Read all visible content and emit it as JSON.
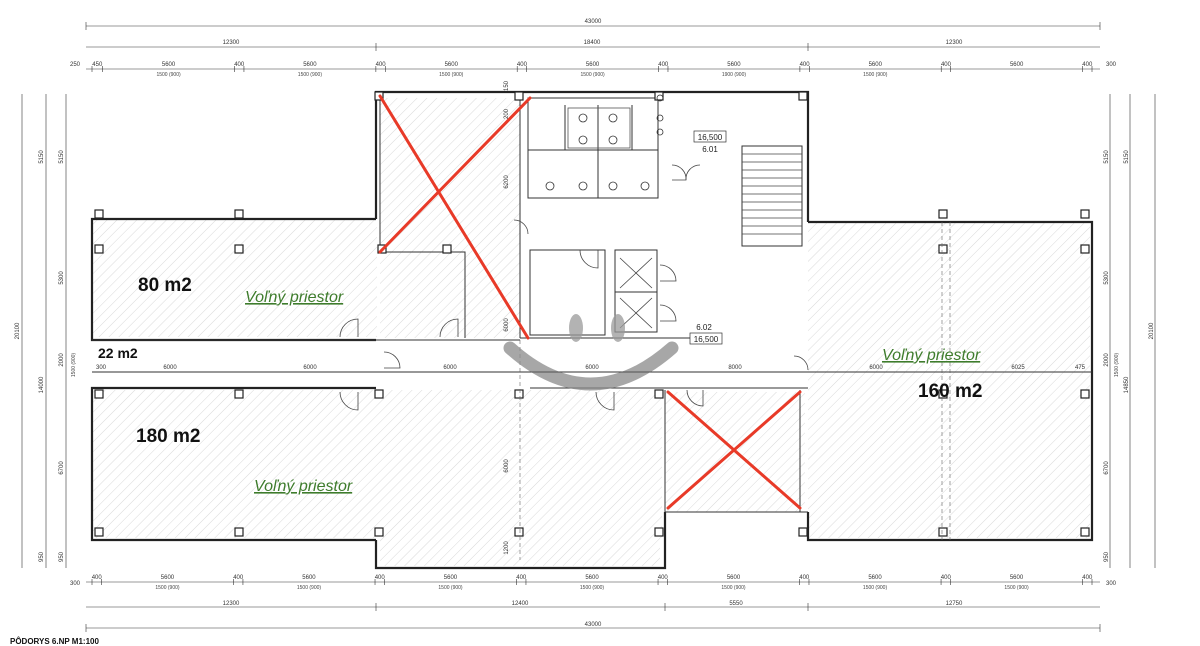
{
  "plan": {
    "title": "PÔDORYS 6.NP  M1:100",
    "top_dims": {
      "overall": "43000",
      "segments": [
        "12300",
        "18400",
        "12300"
      ],
      "edge_left": "250",
      "edge_right": "300",
      "modules": [
        "450",
        "5600",
        "400",
        "5600",
        "400",
        "5600",
        "400",
        "5600",
        "400",
        "5600",
        "400",
        "5600",
        "400",
        "5600",
        "400"
      ],
      "windows": [
        "1500 (900)",
        "1500 (900)",
        "1500 (900)",
        "1500 (900)",
        "1900 (900)",
        "1500 (900)"
      ]
    },
    "bottom_dims": {
      "overall": "43000",
      "segments": [
        "12300",
        "12400",
        "5550",
        "12750"
      ],
      "edge_left": "300",
      "edge_right": "300",
      "modules": [
        "400",
        "5600",
        "400",
        "5600",
        "400",
        "5600",
        "400",
        "5600",
        "400",
        "5600",
        "400",
        "5600",
        "400",
        "5600",
        "400"
      ],
      "windows": [
        "1500 (900)",
        "1500 (900)",
        "1500 (900)",
        "1500 (900)",
        "1500 (900)",
        "1500 (900)",
        "1500 (900)"
      ]
    },
    "left_dims": {
      "overall": "20100",
      "sub": "14000",
      "parts": [
        "5150",
        "5300",
        "2000",
        "1500 (900)",
        "6700",
        "950",
        "950"
      ]
    },
    "right_dims": {
      "overall": "20100",
      "sub": "14850",
      "parts": [
        "5150",
        "5300",
        "2000",
        "1500 (900)",
        "6700",
        "950"
      ]
    },
    "interior_dims": [
      "6000",
      "6000",
      "6000",
      "6000",
      "8000",
      "6000",
      "6025",
      "475",
      "300",
      "6200",
      "200",
      "150",
      "6000",
      "6000",
      "1200"
    ],
    "rooms": {
      "r601_level": "16,500",
      "r601_number": "6.01",
      "r602_number": "6.02",
      "r602_level": "16,500"
    },
    "areas": {
      "a80": "80 m2",
      "a22": "22 m2",
      "a180": "180 m2",
      "a160": "160 m2"
    },
    "spaces": {
      "left_upper": "Voľný priestor",
      "left_lower": "Voľný priestor",
      "right": "Voľný priestor"
    },
    "colors": {
      "cross": "#e83a28",
      "space_label": "#3e7c2c",
      "hatch": "#c9c9c9",
      "wall": "#222222"
    }
  }
}
